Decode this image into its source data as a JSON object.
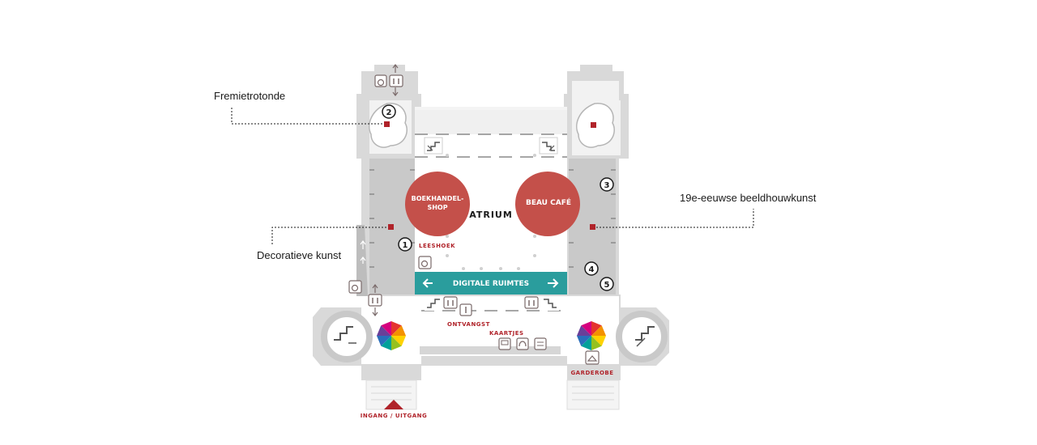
{
  "labels": {
    "fremietrotonde": "Fremietrotonde",
    "decoratieve_kunst": "Decoratieve kunst",
    "beeldhouwkunst": "19e-eeuwse beeldhouwkunst",
    "atrium": "ATRIUM",
    "boekhandel_line1": "BOEKHANDEL-",
    "boekhandel_line2": "SHOP",
    "beau_cafe": "BEAU CAFÉ",
    "leeshoek": "LEESHOEK",
    "digitale_ruimtes": "DIGITALE RUIMTES",
    "ontvangst": "ONTVANGST",
    "kaartjes": "KAARTJES",
    "garderobe": "GARDEROBE",
    "ingang": "INGANG / UITGANG"
  },
  "numbers": {
    "n1": "1",
    "n2": "2",
    "n3": "3",
    "n4": "4",
    "n5": "5"
  },
  "colors": {
    "red": "#b0232a",
    "circle": "#c4504a",
    "teal": "#2a9d9d",
    "wall": "#c9c9c9"
  }
}
